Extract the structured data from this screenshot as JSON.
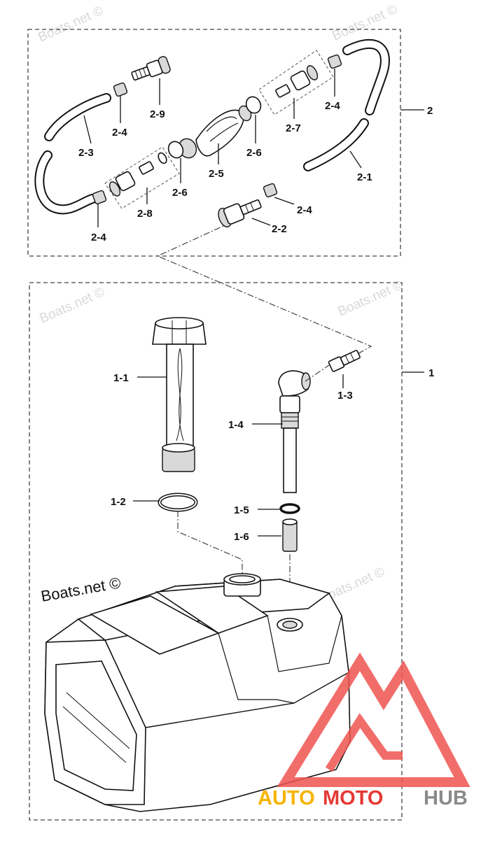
{
  "watermarks": {
    "light": "Boats.net ©",
    "main": "Boats.net ©"
  },
  "logo": {
    "text_part1": "AUTO",
    "text_part2": "MOTO",
    "text_part3": "HUB",
    "colors": {
      "auto": "#f6b400",
      "moto": "#e53935",
      "hub": "#8a8a8a",
      "triangle": "#ef5350"
    }
  },
  "assemblies": {
    "group1": "1",
    "group2": "2"
  },
  "callouts": {
    "p2_1": "2-1",
    "p2_2": "2-2",
    "p2_3": "2-3",
    "p2_4a": "2-4",
    "p2_4b": "2-4",
    "p2_4c": "2-4",
    "p2_4d": "2-4",
    "p2_5": "2-5",
    "p2_6a": "2-6",
    "p2_6b": "2-6",
    "p2_7": "2-7",
    "p2_8": "2-8",
    "p2_9": "2-9",
    "p1_1": "1-1",
    "p1_2": "1-2",
    "p1_3": "1-3",
    "p1_4": "1-4",
    "p1_5": "1-5",
    "p1_6": "1-6"
  }
}
